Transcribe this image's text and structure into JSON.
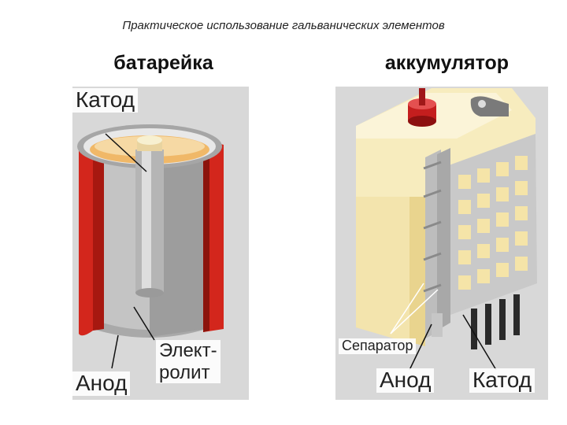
{
  "title": "Практическое использование гальванических элементов",
  "battery": {
    "heading": "батарейка",
    "cathode_label": "Катод",
    "anode_label": "Анод",
    "electrolyte_label_line1": "Элект-",
    "electrolyte_label_line2": "ролит"
  },
  "accumulator": {
    "heading": "аккумулятор",
    "separator_label": "Сепаратор",
    "anode_label": "Анод",
    "cathode_label": "Катод"
  },
  "colors": {
    "casing_red": "#d3261c",
    "electrolyte_orange": "#f0b868",
    "rod_grey": "#bdbdbd",
    "cell_cream": "#f7ecbe",
    "grid_grey": "#b8b8b8",
    "cap_red": "#c41e1e",
    "panel_bg": "#d8d8d8"
  }
}
